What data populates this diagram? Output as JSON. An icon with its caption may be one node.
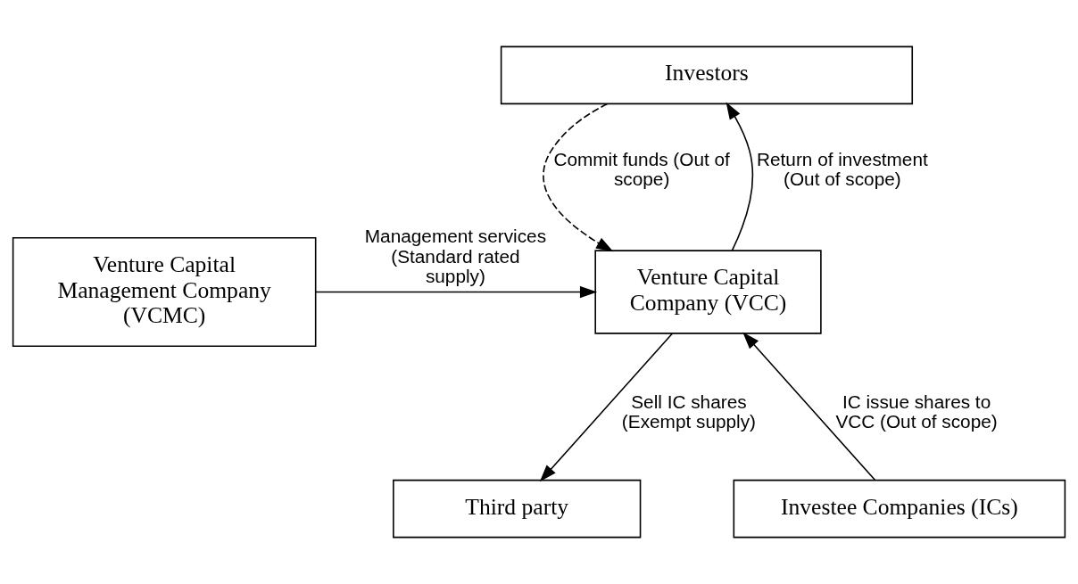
{
  "diagram": {
    "nodes": [
      {
        "text": [
          "Investors"
        ]
      },
      {
        "text": [
          "Venture Capital Management Company (VCMC)"
        ]
      },
      {
        "text": [
          "Venture Capital Company (VCC)"
        ]
      },
      {
        "text": [
          "Third party"
        ]
      },
      {
        "text": [
          "Investee Companies (ICs)"
        ]
      }
    ],
    "edges": [
      {
        "from": 0,
        "to": 2,
        "arrow": "to",
        "style": "dashed",
        "label": "Commit funds (Out of scope)"
      },
      {
        "from": 2,
        "to": 0,
        "arrow": "to",
        "label": "Return of investment (Out of scope)"
      },
      {
        "from": 1,
        "to": 2,
        "arrow": "to",
        "label": "Management services (Standard rated supply)"
      },
      {
        "from": 2,
        "to": 3,
        "arrow": "to",
        "label": "Sell IC shares (Exempt supply)"
      },
      {
        "from": 4,
        "to": 2,
        "arrow": "to",
        "label": "IC issue shares to VCC (Out of scope)"
      }
    ]
  }
}
